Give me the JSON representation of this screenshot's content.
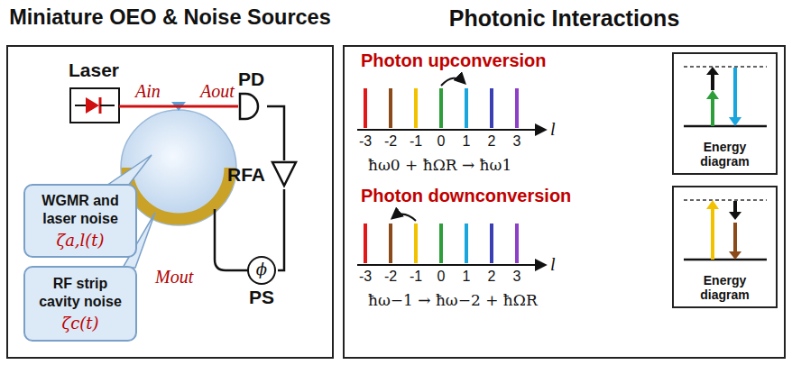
{
  "diagram": {
    "nodes": [
      {
        "text": [
          "Miniature OEO & Noise Sources"
        ]
      },
      {
        "text": [
          "Laser"
        ],
        "in": 0
      },
      {
        "text": [
          "PD"
        ],
        "in": 0
      },
      {
        "text": [
          "RFA"
        ],
        "in": 0
      },
      {
        "text": [
          "ϕ",
          "PS"
        ],
        "in": 0
      },
      {
        "text": [
          "WGMR and laser noise",
          "ζa,l(t)"
        ],
        "in": 0
      },
      {
        "text": [
          "RF strip cavity noise",
          "ζc(t)"
        ],
        "in": 0
      },
      {
        "text": [
          "Photonic Interactions"
        ]
      },
      {
        "text": [
          "Energy diagram"
        ],
        "in": 7
      },
      {
        "text": [
          "Energy diagram"
        ],
        "in": 7
      }
    ],
    "edges": [
      {
        "from": 1,
        "to": 2,
        "arrow": "none"
      },
      {
        "from": 2,
        "to": 3,
        "arrow": "none"
      },
      {
        "from": 3,
        "to": 4,
        "arrow": "none"
      }
    ],
    "labels": [
      "Ain",
      "Aout",
      "Mout",
      "Photon upconversion",
      "-3",
      "-2",
      "-1",
      "0",
      "1",
      "2",
      "3",
      "l",
      "ħω0 + ħΩR → ħω1",
      "Photon downconversion",
      "-3",
      "-2",
      "-1",
      "0",
      "1",
      "2",
      "3",
      "l",
      "ħω−1 → ħω−2 + ħΩR"
    ]
  }
}
